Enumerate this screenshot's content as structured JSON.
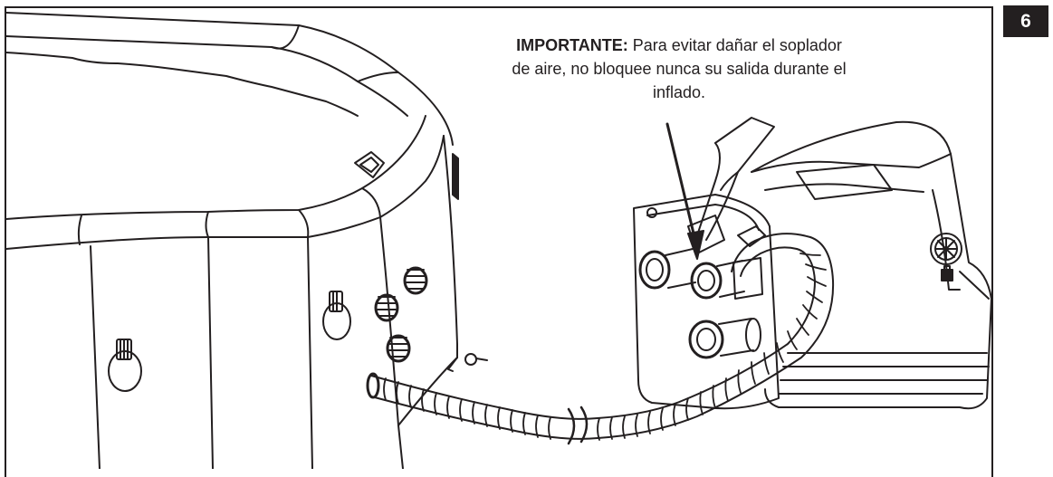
{
  "step": {
    "number": "6"
  },
  "note": {
    "lead": "IMPORTANTE:",
    "line1_rest": " Para evitar dañar el soplador",
    "line2": "de aire, no bloquee nunca su salida durante el",
    "line3": "inflado."
  },
  "colors": {
    "ink": "#231f20",
    "paper": "#ffffff",
    "shade": "#9a9a9a"
  }
}
